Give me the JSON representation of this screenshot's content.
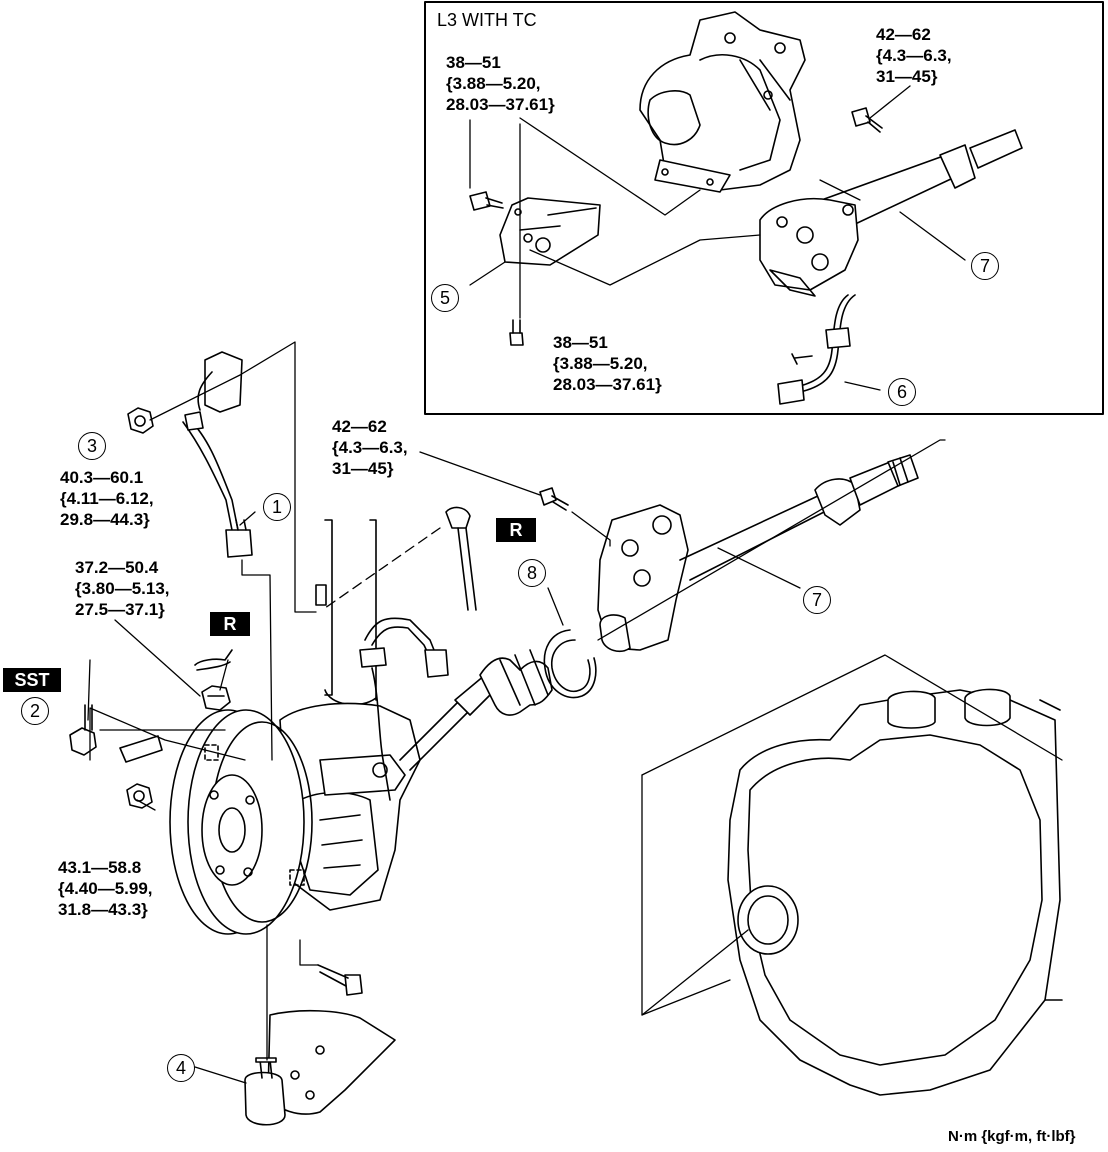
{
  "inset": {
    "title": "L3 WITH TC"
  },
  "units": "N·m {kgf·m, ft·lbf}",
  "badges": {
    "sst": "SST",
    "r": "R"
  },
  "callouts": [
    "1",
    "2",
    "3",
    "4",
    "5",
    "6",
    "7",
    "8"
  ],
  "torques": {
    "inset_bolt_upper": "38—51\n{3.88—5.20,\n28.03—37.61}",
    "inset_bolt_lower": "38—51\n{3.88—5.20,\n28.03—37.61}",
    "inset_bracket_bolt": "42—62\n{4.3—6.3,\n31—45}",
    "bearing_bracket_bolt": "42—62\n{4.3—6.3,\n31—45}",
    "abs_nut": "40.3—60.1\n{4.11—6.12,\n29.8—44.3}",
    "castle_nut": "37.2—50.4\n{3.80—5.13,\n27.5—37.1}",
    "knuckle_nut": "43.1—58.8\n{4.40—5.99,\n31.8—43.3}"
  },
  "colors": {
    "ink": "#000000",
    "paper": "#ffffff",
    "shade": "#e6e6e6"
  }
}
